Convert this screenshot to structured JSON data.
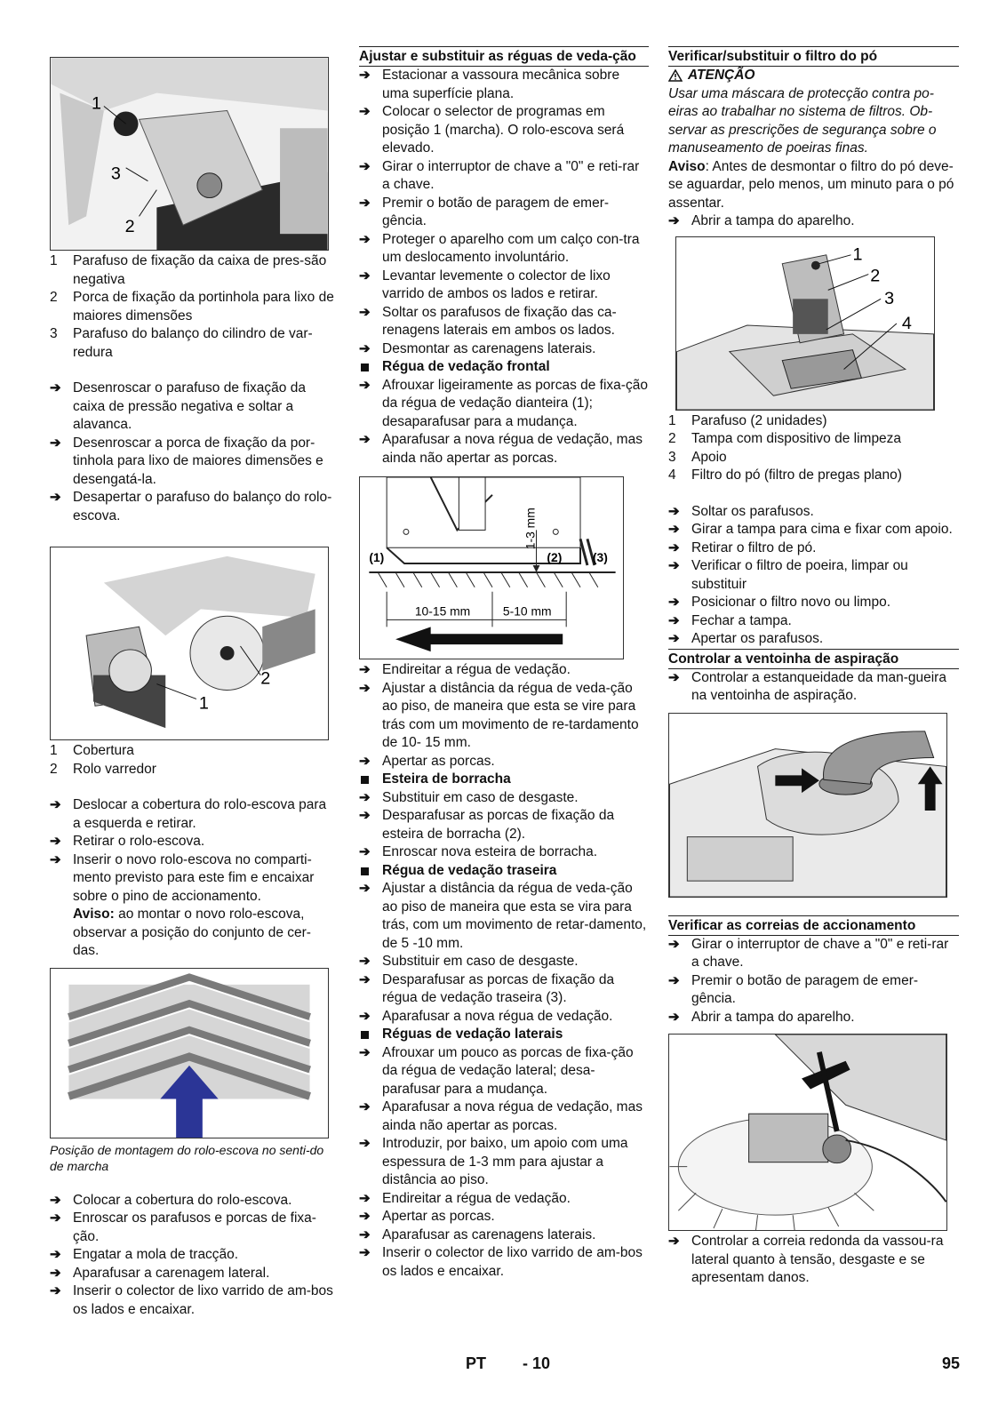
{
  "col1": {
    "fig1_callouts": [
      "1",
      "3",
      "2"
    ],
    "legend1": [
      {
        "n": "1",
        "t": "Parafuso de fixação da caixa de pres-são negativa"
      },
      {
        "n": "2",
        "t": "Porca de fixação da portinhola para lixo de maiores dimensões"
      },
      {
        "n": "3",
        "t": "Parafuso do balanço do cilindro de var-redura"
      }
    ],
    "steps1": [
      "Desenroscar o parafuso de fixação da caixa de pressão negativa e soltar a alavanca.",
      "Desenroscar a porca de fixação da por-tinhola para lixo de maiores dimensões e desengatá-la.",
      "Desapertar o parafuso do balanço do rolo-escova."
    ],
    "fig2_callouts": [
      "2",
      "1"
    ],
    "legend2": [
      {
        "n": "1",
        "t": "Cobertura"
      },
      {
        "n": "2",
        "t": "Rolo varredor"
      }
    ],
    "steps2": [
      "Deslocar a cobertura do rolo-escova para a esquerda e retirar.",
      "Retirar o rolo-escova."
    ],
    "step3": "Inserir o novo rolo-escova no comparti-mento previsto para este fim e encaixar sobre o pino de accionamento.",
    "note_label": "Aviso:",
    "note_text": " ao montar o novo rolo-escova, observar a posição do conjunto de cer-das.",
    "fig3_caption": "Posição de montagem do rolo-escova no senti-do de marcha",
    "steps4": [
      "Colocar a cobertura do rolo-escova.",
      "Enroscar os parafusos e porcas de fixa-ção.",
      "Engatar a mola de tracção.",
      "Aparafusar a carenagem lateral.",
      "Inserir o colector de lixo varrido de am-bos os lados e encaixar."
    ]
  },
  "col2": {
    "heading": "Ajustar e substituir as réguas de veda-ção",
    "steps1": [
      "Estacionar a vassoura mecânica sobre uma superfície plana.",
      "Colocar o selector de programas em posição 1 (marcha). O rolo-escova será elevado.",
      "Girar o interruptor de chave a \"0\" e reti-rar a chave.",
      "Premir o botão de paragem de emer-gência.",
      "Proteger o aparelho com um calço con-tra um deslocamento involuntário.",
      "Levantar levemente o colector de lixo varrido de ambos os lados e retirar.",
      "Soltar os parafusos de fixação das ca-renagens laterais em ambos os lados.",
      "Desmontar as carenagens laterais."
    ],
    "sub1": "Régua de vedação frontal",
    "steps2": [
      "Afrouxar ligeiramente as porcas de fixa-ção da régua de vedação dianteira (1); desaparafusar para a mudança.",
      "Aparafusar a nova régua de vedação, mas ainda não apertar as porcas."
    ],
    "diagram": {
      "label1": "(1)",
      "label2": "(2)",
      "label3": "(3)",
      "gap": "1-3 mm",
      "dim1": "10-15 mm",
      "dim2": "5-10 mm"
    },
    "steps3": [
      "Endireitar a régua de vedação.",
      "Ajustar a distância da régua de veda-ção ao piso, de maneira que esta se vire para trás com um movimento de re-tardamento de 10- 15 mm.",
      "Apertar as porcas."
    ],
    "sub2": "Esteira de borracha",
    "steps4": [
      "Substituir em caso de desgaste.",
      "Desparafusar as porcas de fixação da esteira de borracha (2).",
      "Enroscar nova esteira de borracha."
    ],
    "sub3": "Régua de vedação traseira",
    "steps5": [
      "Ajustar a distância da régua de veda-ção ao piso de maneira que esta se vira para trás, com um movimento de retar-damento, de 5 -10 mm.",
      "Substituir em caso de desgaste.",
      "Desparafusar as porcas de fixação da régua de vedação traseira (3).",
      "Aparafusar a nova régua de vedação."
    ],
    "sub4": "Réguas de vedação laterais",
    "steps6": [
      "Afrouxar um pouco as porcas de fixa-ção da régua de vedação lateral; desa-parafusar para a mudança.",
      "Aparafusar a nova régua de vedação, mas ainda não apertar as porcas.",
      "Introduzir, por baixo, um apoio com uma espessura de 1-3 mm para ajustar a distância ao piso.",
      "Endireitar a régua de vedação.",
      "Apertar as porcas.",
      "Aparafusar as carenagens laterais.",
      "Inserir o colector de lixo varrido de am-bos os lados e encaixar."
    ]
  },
  "col3": {
    "heading1": "Verificar/substituir o filtro do pó",
    "warn_title": "ATENÇÃO",
    "warn_text": "Usar uma máscara de protecção contra po-eiras ao trabalhar no sistema de filtros. Ob-servar as prescrições de segurança sobre o manuseamento de poeiras finas.",
    "note_label": "Aviso",
    "note_text": ": Antes de desmontar o filtro do pó deve-se aguardar, pelo menos, um minuto para o pó assentar.",
    "step0": "Abrir a tampa do aparelho.",
    "fig_callouts": [
      "1",
      "2",
      "3",
      "4"
    ],
    "legend": [
      {
        "n": "1",
        "t": "Parafuso (2 unidades)"
      },
      {
        "n": "2",
        "t": "Tampa com dispositivo de limpeza"
      },
      {
        "n": "3",
        "t": "Apoio"
      },
      {
        "n": "4",
        "t": "Filtro do pó (filtro de pregas plano)"
      }
    ],
    "steps1": [
      "Soltar os parafusos.",
      "Girar a tampa para cima e fixar com apoio.",
      "Retirar o filtro de pó.",
      "Verificar o filtro de poeira, limpar ou substituir",
      "Posicionar o filtro novo ou limpo.",
      "Fechar a tampa.",
      "Apertar os parafusos."
    ],
    "heading2": "Controlar a ventoinha de aspiração",
    "steps2": [
      "Controlar a estanqueidade da man-gueira na ventoinha de aspiração."
    ],
    "heading3": "Verificar as correias de accionamento",
    "steps3": [
      "Girar o interruptor de chave a \"0\" e reti-rar a chave.",
      "Premir o botão de paragem de emer-gência.",
      "Abrir a tampa do aparelho."
    ],
    "steps4": [
      "Controlar a correia redonda da vassou-ra lateral quanto à tensão, desgaste e se apresentam danos."
    ]
  },
  "footer": {
    "lang": "PT",
    "page_code": "- 10",
    "page_number": "95"
  }
}
